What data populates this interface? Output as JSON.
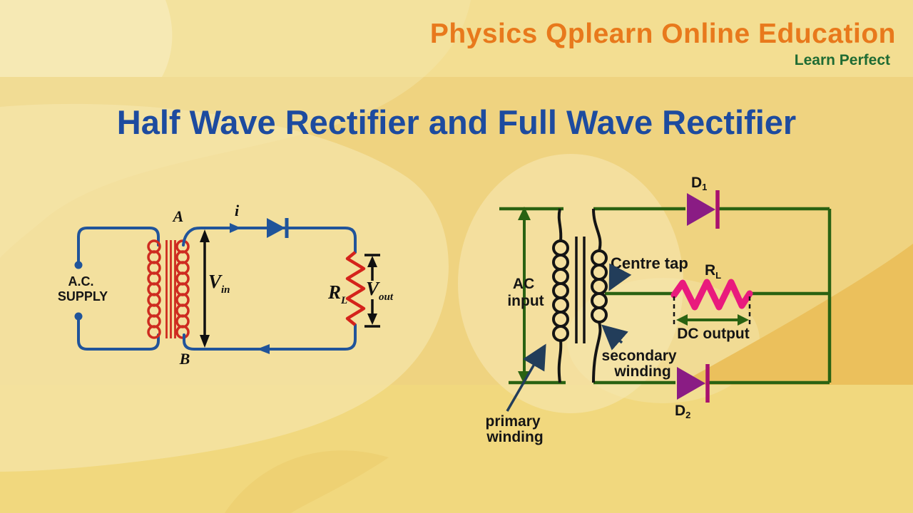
{
  "header": {
    "brand": "Physics Qplearn Online Education",
    "tagline": "Learn Perfect"
  },
  "title": "Half Wave Rectifier and Full Wave Rectifier",
  "colors": {
    "brand_orange": "#E8791C",
    "tagline_green": "#1F6B33",
    "title_blue": "#1D4B9F",
    "wire_blue": "#20549A",
    "coil_red": "#CE2B20",
    "resistor_red": "#D4231B",
    "wire_green": "#2A6212",
    "diode_purple": "#8A1C84",
    "diode_bar_magenta": "#A8116E",
    "resistor_pink": "#E91A7D",
    "label_black": "#151515",
    "annotation_navy": "#223D5A",
    "background_gold": "#EFD380"
  },
  "half_wave_circuit": {
    "source_label_line1": "A.C.",
    "source_label_line2": "SUPPLY",
    "node_a": "A",
    "node_b": "B",
    "current_label": "i",
    "vin": {
      "main": "V",
      "sub": "in"
    },
    "load": {
      "main": "R",
      "sub": "L"
    },
    "vout": {
      "main": "V",
      "sub": "out"
    }
  },
  "full_wave_circuit": {
    "diode1": {
      "main": "D",
      "sub": "1"
    },
    "diode2": {
      "main": "D",
      "sub": "2"
    },
    "ac_input_line1": "AC",
    "ac_input_line2": "input",
    "centre_tap_label": "Centre tap",
    "load": {
      "main": "R",
      "sub": "L"
    },
    "dc_output_label": "DC output",
    "secondary_label_line1": "secondary",
    "secondary_label_line2": "winding",
    "primary_label_line1": "primary",
    "primary_label_line2": "winding"
  }
}
